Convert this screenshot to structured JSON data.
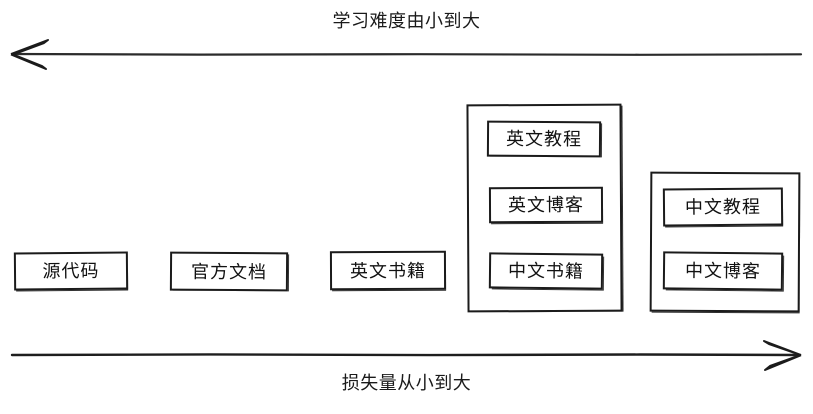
{
  "diagram": {
    "top_axis": {
      "label": "学习难度由小到大",
      "direction": "left",
      "arrow_icon": "arrow-left-icon"
    },
    "bottom_axis": {
      "label": "损失量从小到大",
      "direction": "right",
      "arrow_icon": "arrow-right-icon"
    },
    "nodes": [
      {
        "id": "source-code",
        "label": "源代码"
      },
      {
        "id": "official-docs",
        "label": "官方文档"
      },
      {
        "id": "english-books",
        "label": "英文书籍"
      }
    ],
    "groups": [
      {
        "id": "english-group",
        "items": [
          {
            "id": "english-tutorial",
            "label": "英文教程"
          },
          {
            "id": "english-blog",
            "label": "英文博客"
          },
          {
            "id": "chinese-books",
            "label": "中文书籍"
          }
        ]
      },
      {
        "id": "chinese-group",
        "items": [
          {
            "id": "chinese-tutorial",
            "label": "中文教程"
          },
          {
            "id": "chinese-blog",
            "label": "中文博客"
          }
        ]
      }
    ],
    "colors": {
      "stroke": "#1b1b1b",
      "text": "#111111",
      "background": "#ffffff"
    }
  }
}
